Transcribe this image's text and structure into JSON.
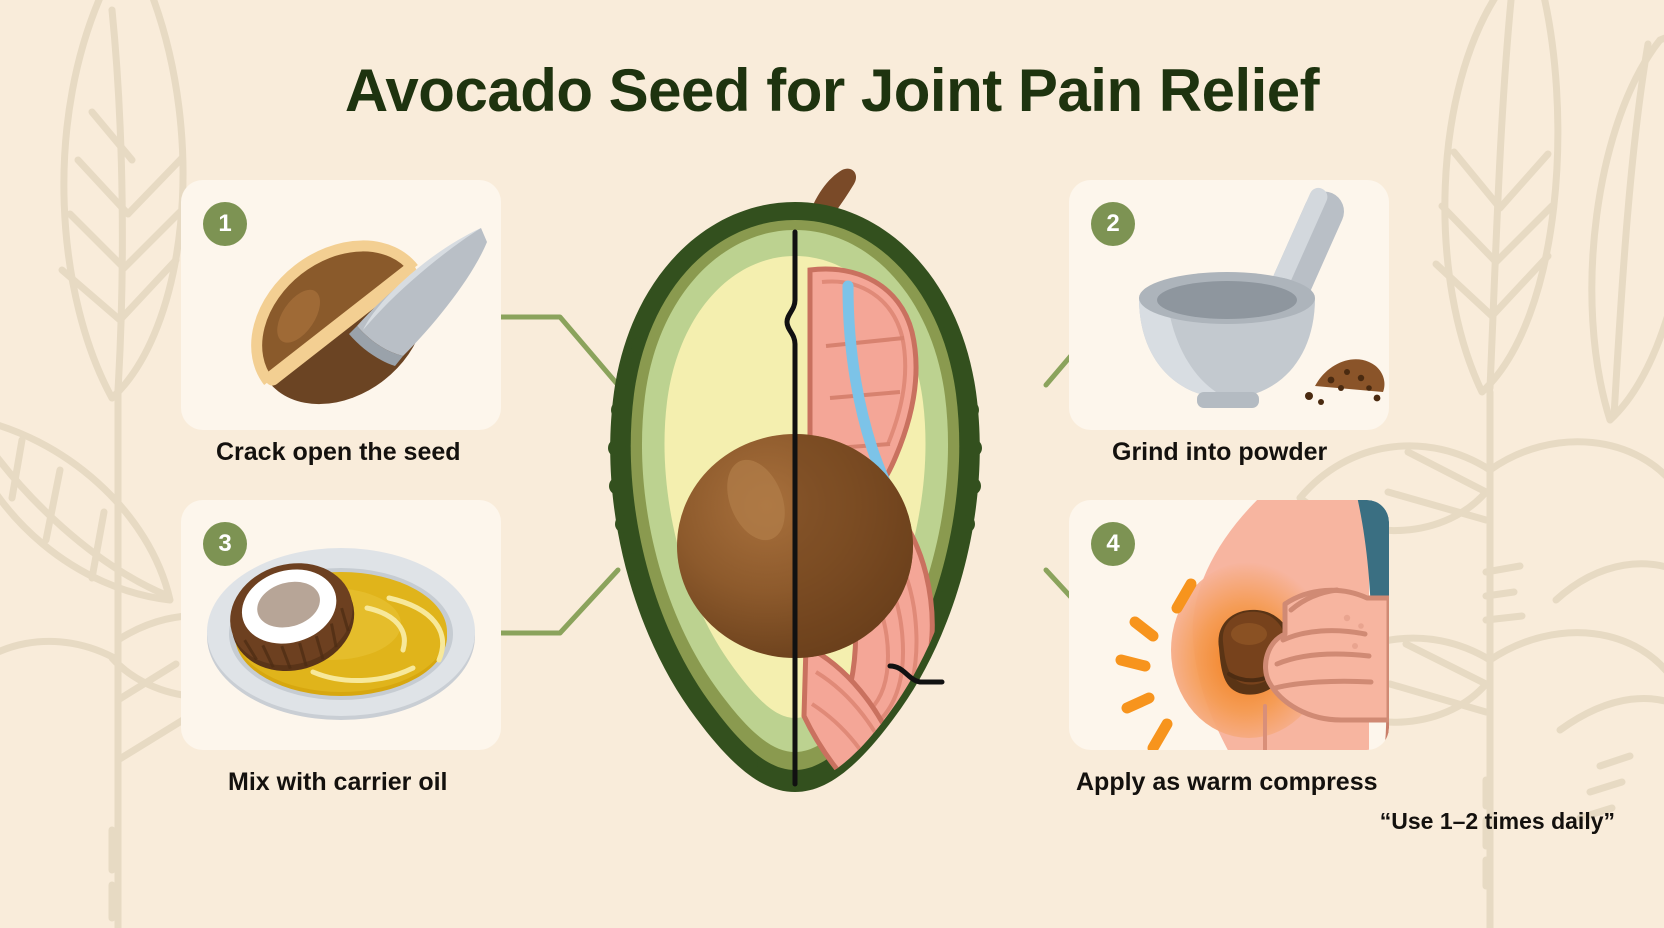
{
  "header": {
    "title": "Avocado Seed for Joint Pain Relief"
  },
  "steps": [
    {
      "number": "1",
      "caption": "Crack open the seed",
      "icon": "avocado-seed-knife-icon"
    },
    {
      "number": "2",
      "caption": "Grind into powder",
      "icon": "mortar-pestle-icon"
    },
    {
      "number": "3",
      "caption": "Mix with carrier oil",
      "icon": "coconut-oil-bowl-icon"
    },
    {
      "number": "4",
      "caption": "Apply as warm compress",
      "icon": "hand-knee-compress-icon"
    }
  ],
  "footnote": {
    "text": "“Use 1–2 times daily”"
  },
  "center_graphic": {
    "name": "avocado-cross-section-anatomy",
    "stem": "avocado-stem",
    "left_half_label": "avocado-flesh-half",
    "right_half_label": "joint-anatomy-half",
    "pit_label": "avocado-pit"
  },
  "colors": {
    "background": "#f9ecda",
    "card": "#fdf6ec",
    "badge": "#7d9353",
    "title": "#1e330f",
    "caption": "#14110e",
    "connector": "#8ba35c",
    "leaf_outline": "#e6d9c2",
    "skin_dark": "#2f4a1c",
    "skin_mid": "#8a9a4f",
    "flesh_green": "#bcd290",
    "flesh_yellow": "#f2eeac",
    "pit_brown": "#8c5a2b",
    "tissue_pink": "#f2a092",
    "vessel_blue": "#7cc3e8",
    "heat_orange": "#f7941d",
    "skin_tone": "#f7b5a0"
  }
}
